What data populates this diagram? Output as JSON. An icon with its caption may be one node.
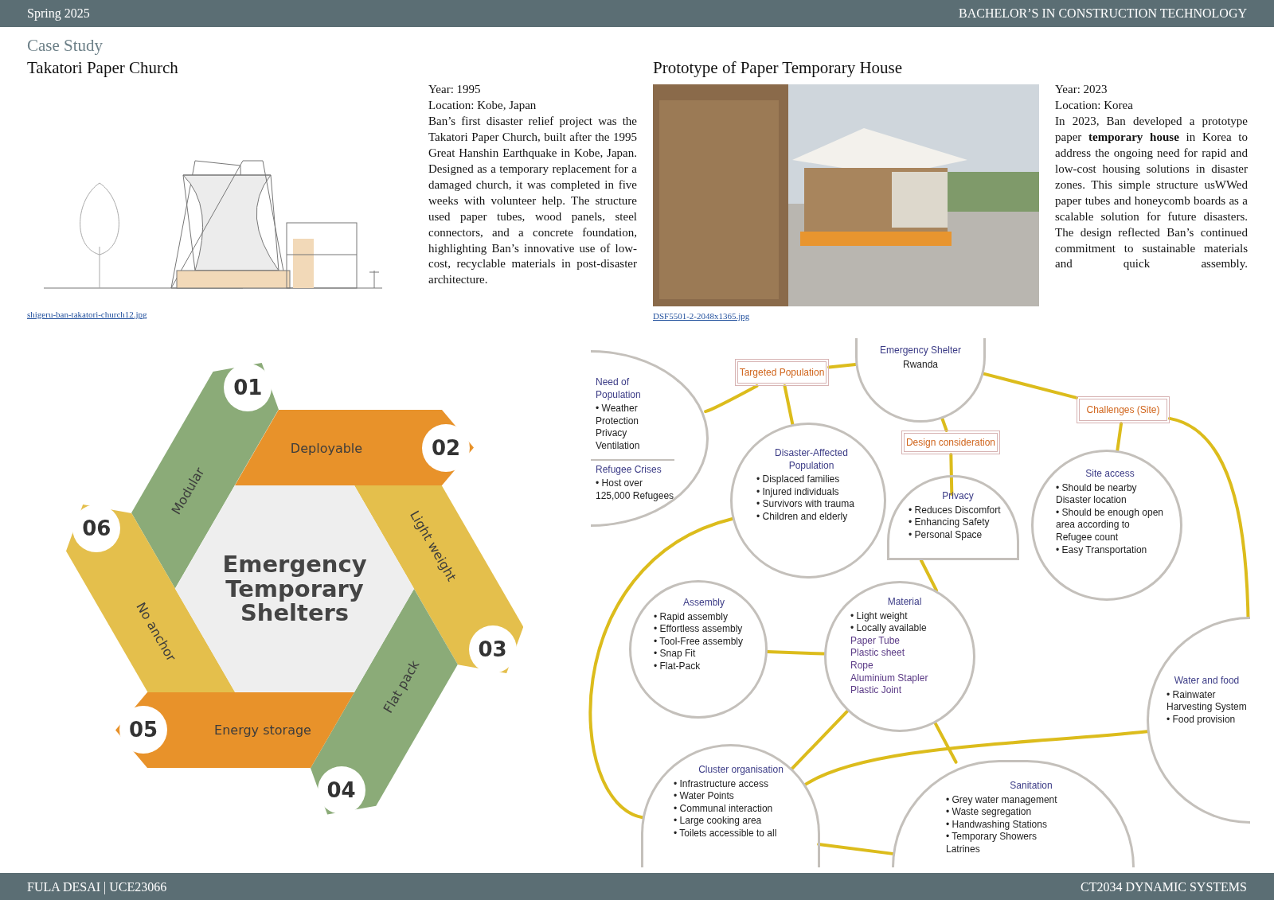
{
  "diagram": {
    "nodes": [
      {
        "text": [
          "Emergency Temporary Shelters"
        ]
      },
      {
        "text": [
          "01",
          "Modular"
        ]
      },
      {
        "text": [
          "Deployable",
          "02"
        ]
      },
      {
        "text": [
          "Light weight",
          "03"
        ]
      },
      {
        "text": [
          "Flat pack",
          "04"
        ]
      },
      {
        "text": [
          "05",
          "Energy storage"
        ]
      },
      {
        "text": [
          "06",
          "No anchor"
        ]
      },
      {
        "text": [
          "Need of Population",
          "• Weather Protection",
          "Privacy",
          "Ventilation",
          "Refugee Crises",
          "• Host over 125,000 Refugees"
        ]
      },
      {
        "text": [
          "Targeted Population"
        ]
      },
      {
        "text": [
          "Emergency Shelter",
          "Rwanda"
        ]
      },
      {
        "text": [
          "Disaster-Affected Population",
          "• Displaced families",
          "• Injured individuals",
          "• Survivors with trauma",
          "• Children and elderly"
        ]
      },
      {
        "text": [
          "Design consideration"
        ]
      },
      {
        "text": [
          "Challenges (Site)"
        ]
      },
      {
        "text": [
          "Privacy",
          "• Reduces Discomfort",
          "• Enhancing Safety",
          "• Personal Space"
        ]
      },
      {
        "text": [
          "Site access",
          "• Should be nearby Disaster location",
          "• Should be enough open area according to Refugee count",
          "• Easy Transportation"
        ]
      },
      {
        "text": [
          "Assembly",
          "• Rapid assembly",
          "• Effortless assembly",
          "• Tool-Free assembly",
          "• Snap Fit",
          "• Flat-Pack"
        ]
      },
      {
        "text": [
          "Material",
          "• Light weight",
          "• Locally available",
          "Paper Tube",
          "Plastic sheet",
          "Rope",
          "Aluminium Stapler",
          "Plastic Joint"
        ]
      },
      {
        "text": [
          "Water and food",
          "• Rainwater Harvesting System",
          "• Food provision"
        ]
      },
      {
        "text": [
          "Cluster organisation",
          "• Infrastructure access",
          "• Water Points",
          "• Communal interaction",
          "• Large cooking area",
          "• Toilets accessible to all"
        ]
      },
      {
        "text": [
          "Sanitation",
          "• Grey water management",
          "• Waste segregation",
          "• Handwashing Stations",
          "• Temporary Showers",
          "Latrines"
        ]
      }
    ],
    "edges": [
      {
        "from": 7,
        "to": 8,
        "arrow": "none"
      },
      {
        "from": 8,
        "to": 9,
        "arrow": "none"
      },
      {
        "from": 8,
        "to": 10,
        "arrow": "none"
      },
      {
        "from": 9,
        "to": 11,
        "arrow": "none"
      },
      {
        "from": 11,
        "to": 13,
        "arrow": "none"
      },
      {
        "from": 9,
        "to": 12,
        "arrow": "none"
      },
      {
        "from": 12,
        "to": 14,
        "arrow": "none"
      },
      {
        "from": 12,
        "to": 17,
        "arrow": "none"
      },
      {
        "from": 13,
        "to": 16,
        "arrow": "none"
      },
      {
        "from": 10,
        "to": 18,
        "arrow": "none"
      },
      {
        "from": 15,
        "to": 16,
        "arrow": "none"
      },
      {
        "from": 16,
        "to": 18,
        "arrow": "none"
      },
      {
        "from": 16,
        "to": 19,
        "arrow": "none"
      },
      {
        "from": 18,
        "to": 17,
        "arrow": "none"
      },
      {
        "from": 18,
        "to": 19,
        "arrow": "none"
      }
    ],
    "labels": [
      "Spring 2025",
      "BACHELOR’S IN CONSTRUCTION TECHNOLOGY",
      "Case Study",
      "Takatori Paper Church",
      "Year: 1995",
      "Location: Kobe, Japan",
      "Ban’s first disaster relief project was the Takatori Paper Church, built after the 1995 Great Hanshin Earthquake in Kobe, Japan. Designed as a temporary replacement for a damaged church, it was completed in five weeks with volunteer help. The structure used paper tubes, wood panels, steel connectors, and a concrete foundation, highlighting Ban’s innovative use of low-cost, recyclable materials in post-disaster architecture.",
      "Prototype of Paper Temporary House",
      "Year: 2023",
      "Location: Korea",
      "In 2023, Ban developed a prototype paper **temporary house** in Korea to address the ongoing need for rapid and low-cost housing solutions in disaster zones. This simple structure usWWed paper tubes and honeycomb boards as a scalable solution for future disasters. The design reflected Ban’s continued commitment to sustainable materials and quick assembly.",
      "shigeru-ban-takatori-church12.jpg",
      "DSF5501-2-2048x1365.jpg",
      "FULA DESAI | UCE23066",
      "CT2034 DYNAMIC SYSTEMS"
    ]
  }
}
